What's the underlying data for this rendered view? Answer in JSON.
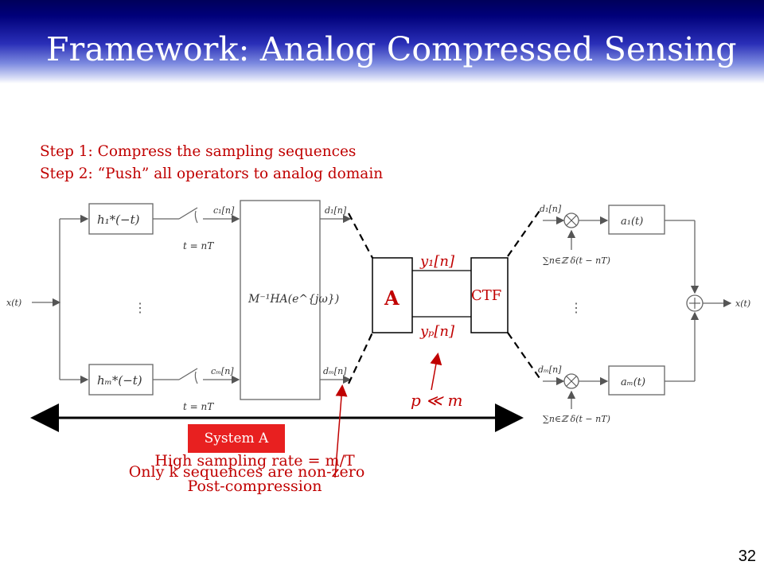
{
  "slide": {
    "title": "Framework: Analog Compressed Sensing",
    "page_number": "32"
  },
  "steps": [
    "Step 1: Compress the sampling sequences",
    "Step 2: “Push” all operators to analog domain"
  ],
  "diagram": {
    "input_label": "x(t)",
    "output_label": "x(t)",
    "filter_top": "h₁*(−t)",
    "filter_bottom": "hₘ*(−t)",
    "sample_top": "t = nT",
    "sample_bottom": "t = nT",
    "c_top": "c₁[n]",
    "c_bottom": "cₘ[n]",
    "matrix_label": "M⁻¹HA(e^{jω})",
    "d_top": "d₁[n]",
    "d_bottom": "dₘ[n]",
    "block_a_label": "A",
    "block_ctf_label": "CTF",
    "y_top": "y₁[n]",
    "y_bottom": "yₚ[n]",
    "p_note": "p ≪ m",
    "right_d_top": "d₁[n]",
    "right_d_bottom": "dₘ[n]",
    "impulse_top": "∑n∈ℤ δ(t − nT)",
    "impulse_bottom": "∑n∈ℤ δ(t − nT)",
    "a_top": "a₁(t)",
    "a_bottom": "aₘ(t)",
    "dots": "⋮"
  },
  "annotations": {
    "system_a": "System A",
    "high_rate": "High sampling rate = m/T",
    "only_k": "Only k sequences are non-zero",
    "post": "Post-compression"
  },
  "colors": {
    "accent_red": "#c00000",
    "system_box": "#e82020",
    "title_bar": "#1a1f9a"
  }
}
